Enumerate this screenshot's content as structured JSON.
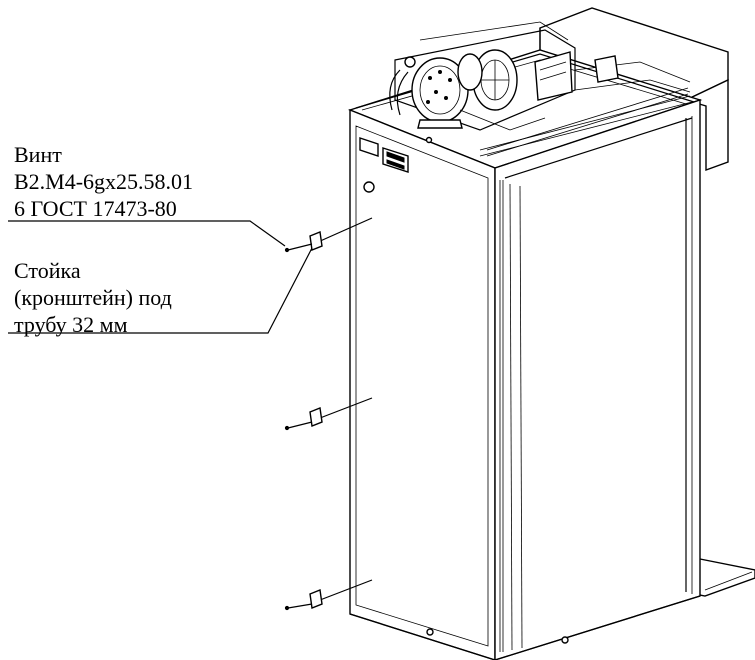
{
  "callouts": [
    {
      "id": "screw",
      "lines": [
        "Винт",
        "В2.М4-6gх25.58.01",
        "6 ГОСТ 17473-80"
      ]
    },
    {
      "id": "bracket",
      "lines": [
        "Стойка",
        "(кронштейн) под",
        "трубу 32 мм"
      ]
    }
  ],
  "icons": [
    "compressor-icon",
    "fan-icon",
    "label-plate-icon"
  ],
  "colors": {
    "line": "#000000",
    "background": "#ffffff"
  }
}
